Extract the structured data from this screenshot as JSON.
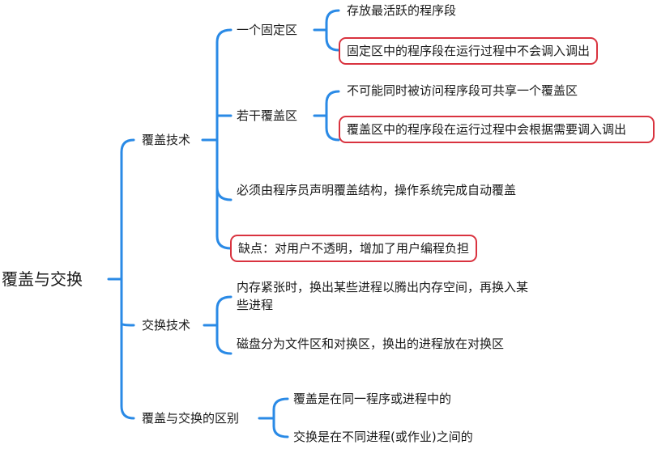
{
  "colors": {
    "line": "#2a8ae6",
    "highlight_border": "#d9333f",
    "text": "#1a1a1a"
  },
  "root": {
    "label": "覆盖与交换"
  },
  "branches": [
    {
      "label": "覆盖技术",
      "children": [
        {
          "label": "一个固定区",
          "children": [
            {
              "label": "存放最活跃的程序段",
              "highlighted": false
            },
            {
              "label": "固定区中的程序段在运行过程中不会调入调出",
              "highlighted": true
            }
          ]
        },
        {
          "label": "若干覆盖区",
          "children": [
            {
              "label": "不可能同时被访问程序段可共享一个覆盖区",
              "highlighted": false
            },
            {
              "label": "覆盖区中的程序段在运行过程中会根据需要调入调出",
              "highlighted": true
            }
          ]
        },
        {
          "label": "必须由程序员声明覆盖结构，操作系统完成自动覆盖",
          "highlighted": false
        },
        {
          "label": "缺点：对用户不透明，增加了用户编程负担",
          "highlighted": true
        }
      ]
    },
    {
      "label": "交换技术",
      "children": [
        {
          "label": "内存紧张时，换出某些进程以腾出内存空间，再换入某些进程",
          "highlighted": false
        },
        {
          "label": "磁盘分为文件区和对换区，换出的进程放在对换区",
          "highlighted": false
        }
      ]
    },
    {
      "label": "覆盖与交换的区别",
      "children": [
        {
          "label": "覆盖是在同一程序或进程中的",
          "highlighted": false
        },
        {
          "label": "交换是在不同进程(或作业)之间的",
          "highlighted": false
        }
      ]
    }
  ]
}
